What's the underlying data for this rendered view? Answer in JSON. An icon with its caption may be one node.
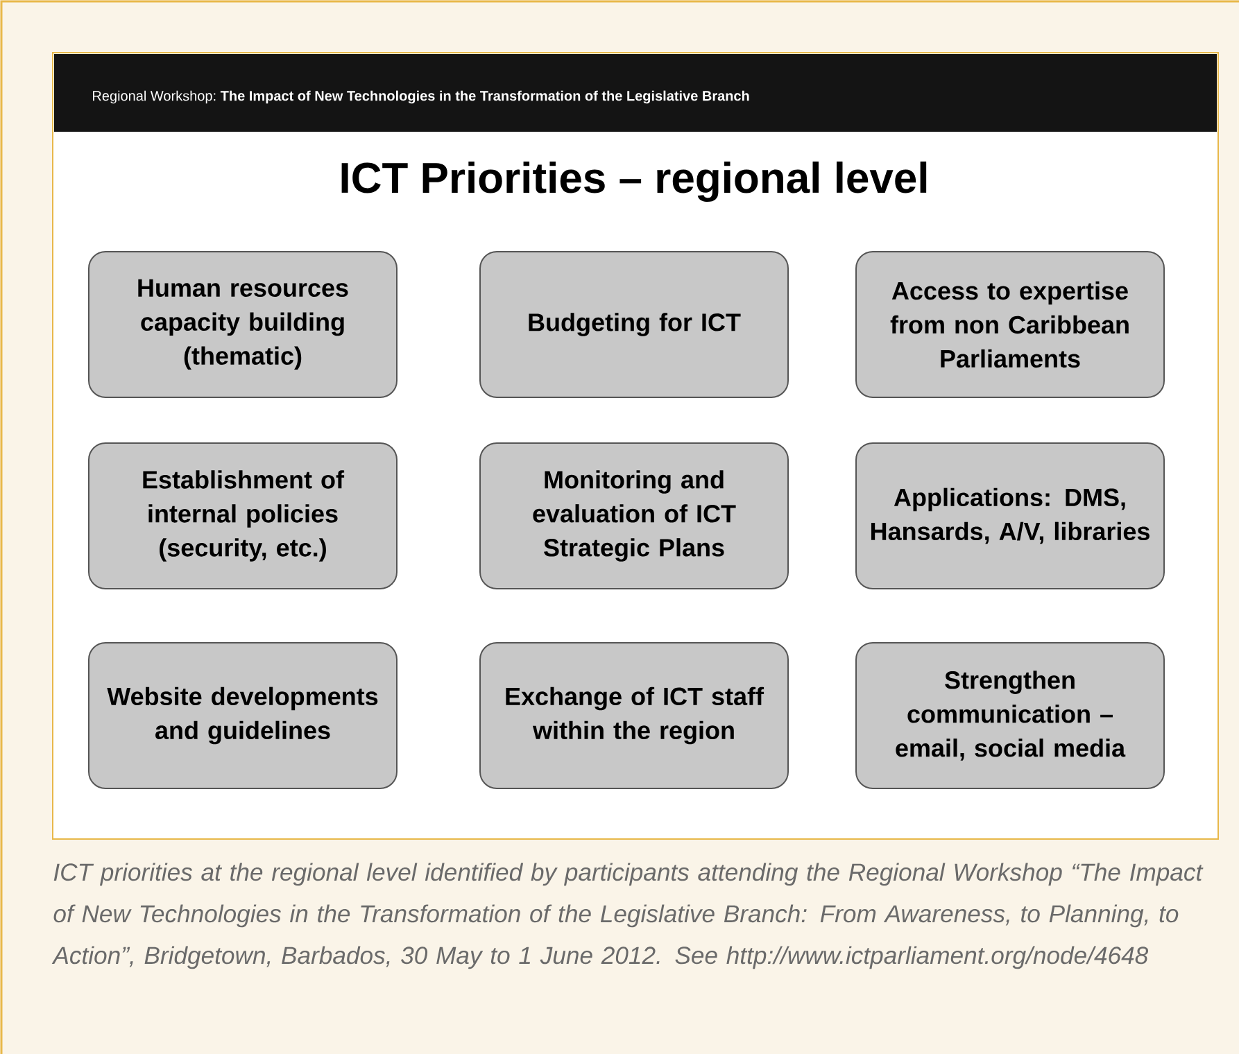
{
  "diagram": {
    "title": "ICT Priorities – regional level",
    "caption": "ICT priorities at the regional level identified by participants attending the Regional Workshop “The Impact of New Technologies in the Transformation of the Legislative Branch: From Awareness, to Planning, to Action”, Bridgetown, Barbados, 30 May to 1 June 2012. See http://www.ictparliament.org/node/4648",
    "nodes": [
      {
        "text": [
          "Human resources capacity building (thematic)"
        ]
      },
      {
        "text": [
          "Budgeting for ICT"
        ]
      },
      {
        "text": [
          "Access to expertise from non Caribbean Parliaments"
        ]
      },
      {
        "text": [
          "Establishment of internal policies (security, etc.)"
        ]
      },
      {
        "text": [
          "Monitoring and evaluation of ICT Strategic Plans"
        ]
      },
      {
        "text": [
          "Applications: DMS, Hansards, A/V, libraries"
        ]
      },
      {
        "text": [
          "Website developments and guidelines"
        ]
      },
      {
        "text": [
          "Exchange of ICT staff within the region"
        ]
      },
      {
        "text": [
          "Strengthen communication – email, social media"
        ]
      }
    ],
    "labels": [
      "Regional Workshop:",
      "The Impact of New Technologies in the Transformation of the Legislative Branch"
    ]
  }
}
